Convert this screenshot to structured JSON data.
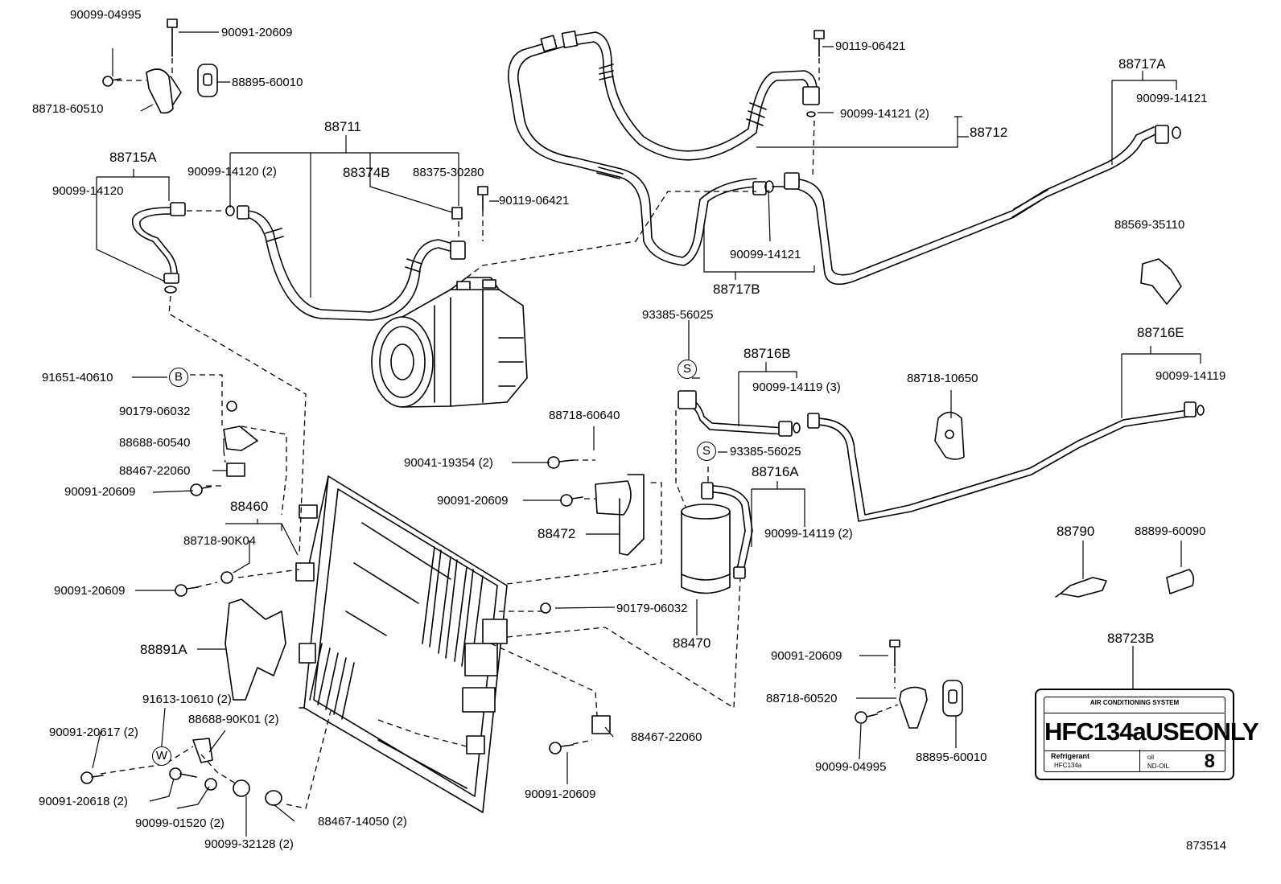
{
  "labels": {
    "p_90099_04995_tl": "90099-04995",
    "p_90091_20609_tl": "90091-20609",
    "p_88895_60010_tl": "88895-60010",
    "p_88718_60510": "88718-60510",
    "p_88711": "88711",
    "p_88715A": "88715A",
    "p_90099_14120_l": "90099-14120",
    "p_90099_14120_2": "90099-14120 (2)",
    "p_88374B": "88374B",
    "p_88375_30280": "88375-30280",
    "p_90119_06421_a": "90119-06421",
    "p_90119_06421_b": "90119-06421",
    "p_90099_14121_2": "90099-14121 (2)",
    "p_88712": "88712",
    "p_88717A": "88717A",
    "p_90099_14121_r": "90099-14121",
    "p_90099_14121_m": "90099-14121",
    "p_88717B": "88717B",
    "p_88569_35110": "88569-35110",
    "p_93385_56025_a": "93385-56025",
    "p_88716B": "88716B",
    "p_90099_14119_3": "90099-14119 (3)",
    "p_88716E": "88716E",
    "p_90099_14119_r": "90099-14119",
    "p_88718_10650": "88718-10650",
    "p_93385_56025_b": "93385-56025",
    "p_88716A": "88716A",
    "p_90099_14119_2": "90099-14119 (2)",
    "p_91651_40610": "91651-40610",
    "p_90179_06032_a": "90179-06032",
    "p_88688_60540": "88688-60540",
    "p_88467_22060_a": "88467-22060",
    "p_90091_20609_b": "90091-20609",
    "p_88460": "88460",
    "p_88718_90K04": "88718-90K04",
    "p_90091_20609_c": "90091-20609",
    "p_88891A": "88891A",
    "p_91613_10610": "91613-10610 (2)",
    "p_88688_90K01": "88688-90K01 (2)",
    "p_90091_20617": "90091-20617 (2)",
    "p_90091_20618": "90091-20618 (2)",
    "p_90099_01520": "90099-01520 (2)",
    "p_90099_32128": "90099-32128 (2)",
    "p_88467_14050": "88467-14050 (2)",
    "p_88718_60640": "88718-60640",
    "p_90041_19354": "90041-19354 (2)",
    "p_90091_20609_d": "90091-20609",
    "p_88472": "88472",
    "p_88470": "88470",
    "p_90179_06032_b": "90179-06032",
    "p_88467_22060_b": "88467-22060",
    "p_90091_20609_e": "90091-20609",
    "p_88790": "88790",
    "p_88899_60090": "88899-60090",
    "p_88723B": "88723B",
    "p_90091_20609_f": "90091-20609",
    "p_88718_60520": "88718-60520",
    "p_90099_04995_br": "90099-04995",
    "p_88895_60010_br": "88895-60010",
    "figure_id": "873514"
  },
  "symbols": {
    "b": "B",
    "s1": "S",
    "s2": "S",
    "w": "W"
  },
  "plate": {
    "header": "AIR CONDITIONING SYSTEM",
    "main": "HFC134aUSEONLY",
    "refrigerant_label": "Refrigerant",
    "refrigerant_value": "HFC134a",
    "oil_label": "oil",
    "oil_value": "ND-OIL",
    "number": "8"
  }
}
